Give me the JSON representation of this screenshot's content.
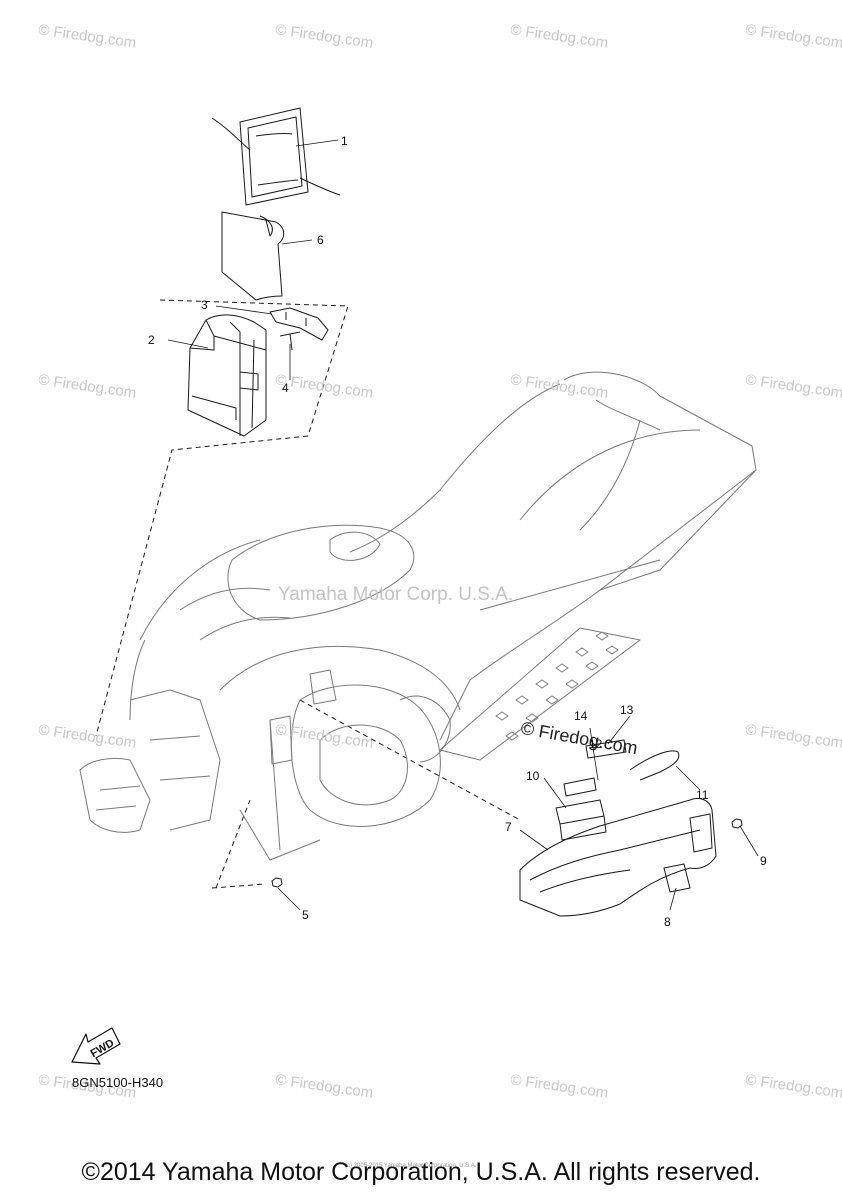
{
  "watermark": {
    "text": "© Firedog.com"
  },
  "center_watermark": "Yamaha Motor Corp. U.S.A.",
  "mid_watermark": "© Firedog.com",
  "callouts": [
    "1",
    "2",
    "3",
    "4",
    "5",
    "6",
    "7",
    "8",
    "9",
    "10",
    "11",
    "12",
    "13",
    "14"
  ],
  "fwd_label": "FWD",
  "diagram_code": "8GN5100-H340",
  "tiny_copyright": "(c) 2005-2015 Yamaha Motor Corporation, U.S.A.",
  "footer": "©2014 Yamaha Motor Corporation, U.S.A. All rights reserved."
}
